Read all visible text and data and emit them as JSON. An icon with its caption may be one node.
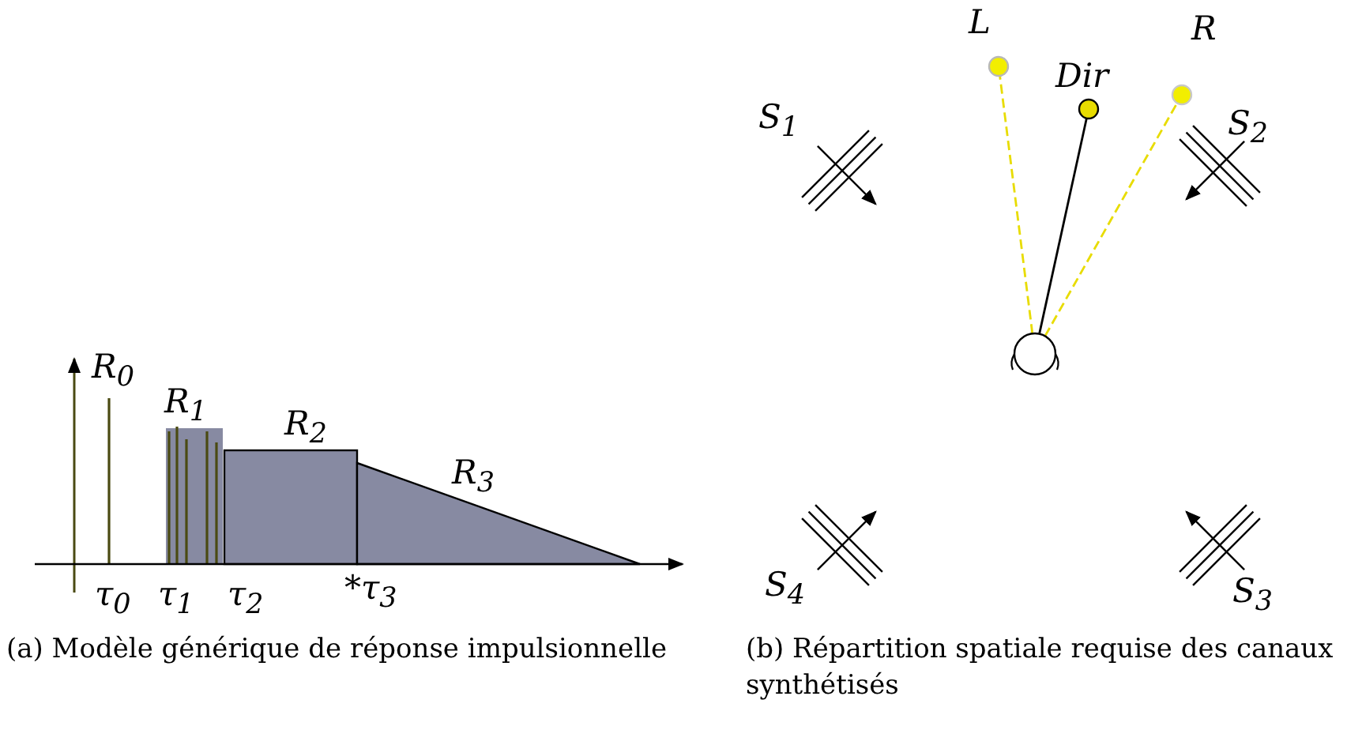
{
  "diagram": {
    "nodes": [
      {
        "text": [
          "L"
        ]
      },
      {
        "text": [
          "Dir"
        ]
      },
      {
        "text": [
          "R"
        ]
      },
      {
        "text": [],
        "shape": "circle"
      }
    ],
    "edges": [
      {
        "from": 3,
        "to": 0,
        "arrow": "none",
        "style": "dashed",
        "color": "#e8dc00"
      },
      {
        "from": 3,
        "to": 1,
        "arrow": "none",
        "color": "#000000"
      },
      {
        "from": 3,
        "to": 2,
        "arrow": "none",
        "style": "dashed",
        "color": "#e8dc00"
      }
    ],
    "labels": [
      "R$_{0}$",
      "R$_{1}$",
      "R$_{2}$",
      "R$_{3}$",
      "τ$_{0}$",
      "τ$_{1}$",
      "τ$_{2}$",
      "*τ$_{3}$",
      "S$_{1}$",
      "S$_{2}$",
      "S$_{4}$",
      "S$_{3}$",
      "(a) Modèle générique de réponse impulsionnelle",
      "(b) Répartition spatiale requise des canaux synthétisés"
    ]
  }
}
